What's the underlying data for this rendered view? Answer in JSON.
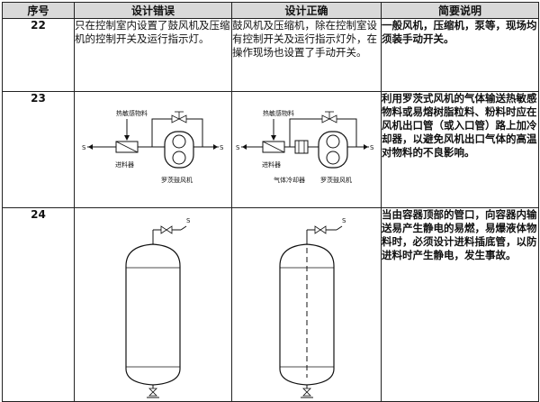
{
  "headers": {
    "no": "序号",
    "wrong": "设计错误",
    "right": "设计正确",
    "desc": "简要说明"
  },
  "rows": [
    {
      "no": "22",
      "wrong": "只在控制室内设置了鼓风机及压缩机的控制开关及运行指示灯。",
      "right": "鼓风机及压缩机，除在控制室设有控制开关及运行指示灯外，在操作现场也设置了手动开关。",
      "desc": "一般风机，压缩机，泵等，现场均须装手动开关。"
    },
    {
      "no": "23",
      "desc": "利用罗茨式风机的气体输送热敏感物料或易熔树脂粒料、粉料时应在风机出口管（或入口管）路上加冷却器，以避免风机出口气体的高温对物料的不良影响。",
      "wrong_labels": {
        "material": "热敏感物料",
        "feeder": "进料器",
        "blower": "罗茨鼓风机",
        "s": "S"
      },
      "right_labels": {
        "material": "热敏感物料",
        "feeder": "进料器",
        "cooler": "气体冷却器",
        "blower": "罗茨鼓风机",
        "s": "S"
      }
    },
    {
      "no": "24",
      "desc": "当由容器顶部的管口，向容器内输送易产生静电的易燃，易爆液体物料时，必须设计进料插底管，以防进料时产生静电，发生事故。",
      "s_label": "S"
    }
  ]
}
